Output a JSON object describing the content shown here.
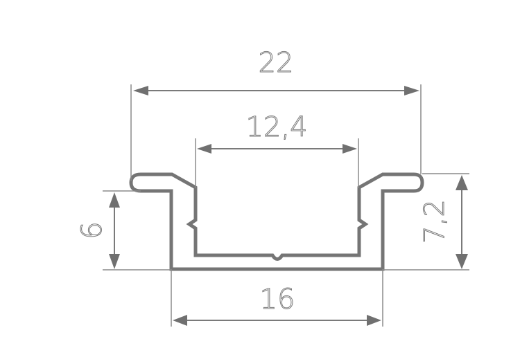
{
  "diagram": {
    "type": "technical-drawing",
    "subject": "aluminum profile cross-section",
    "colors": {
      "profile_stroke": "#757575",
      "dimension_line": "#7a7a7a",
      "background": "#ffffff"
    },
    "dimensions": {
      "overall_width": {
        "label": "22",
        "orientation": "horizontal"
      },
      "inner_width": {
        "label": "12,4",
        "orientation": "horizontal"
      },
      "base_width": {
        "label": "16",
        "orientation": "horizontal"
      },
      "body_height": {
        "label": "6",
        "orientation": "vertical"
      },
      "overall_height": {
        "label": "7,2",
        "orientation": "vertical"
      }
    }
  }
}
